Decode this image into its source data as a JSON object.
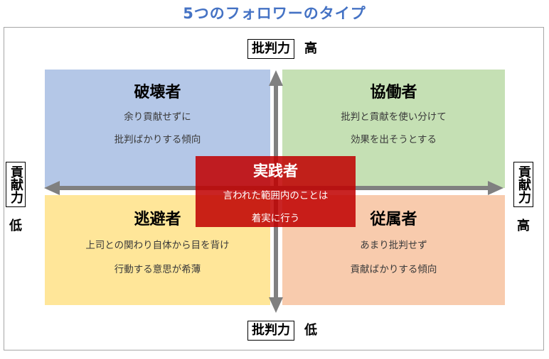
{
  "page": {
    "title": "5つのフォロワーのタイプ",
    "title_color": "#4472c4"
  },
  "axes": {
    "vertical": {
      "name": "批判力",
      "top_value": "高",
      "bottom_value": "低",
      "arrow_color": "#808080"
    },
    "horizontal": {
      "name": "貢献力",
      "left_value": "低",
      "right_value": "高",
      "arrow_color": "#808080"
    }
  },
  "quadrants": [
    {
      "id": "top-left",
      "name": "破壊者",
      "desc_line1": "余り貢献せずに",
      "desc_line2": "批判ばかりする傾向",
      "color": "#b4c7e7"
    },
    {
      "id": "top-right",
      "name": "協働者",
      "desc_line1": "批判と貢献を使い分けて",
      "desc_line2": "効果を出そうとする",
      "color": "#c5e0b4"
    },
    {
      "id": "bottom-left",
      "name": "逃避者",
      "desc_line1": "上司との関わり自体から目を背け",
      "desc_line2": "行動する意思が希薄",
      "color": "#ffe699"
    },
    {
      "id": "bottom-right",
      "name": "従属者",
      "desc_line1": "あまり批判せず",
      "desc_line2": "貢献ばかりする傾向",
      "color": "#f8cbad"
    }
  ],
  "center": {
    "name": "実践者",
    "desc_line1": "言われた範囲内のことは",
    "desc_line2": "着実に行う",
    "color": "#c00000",
    "text_color": "#ffffff"
  }
}
